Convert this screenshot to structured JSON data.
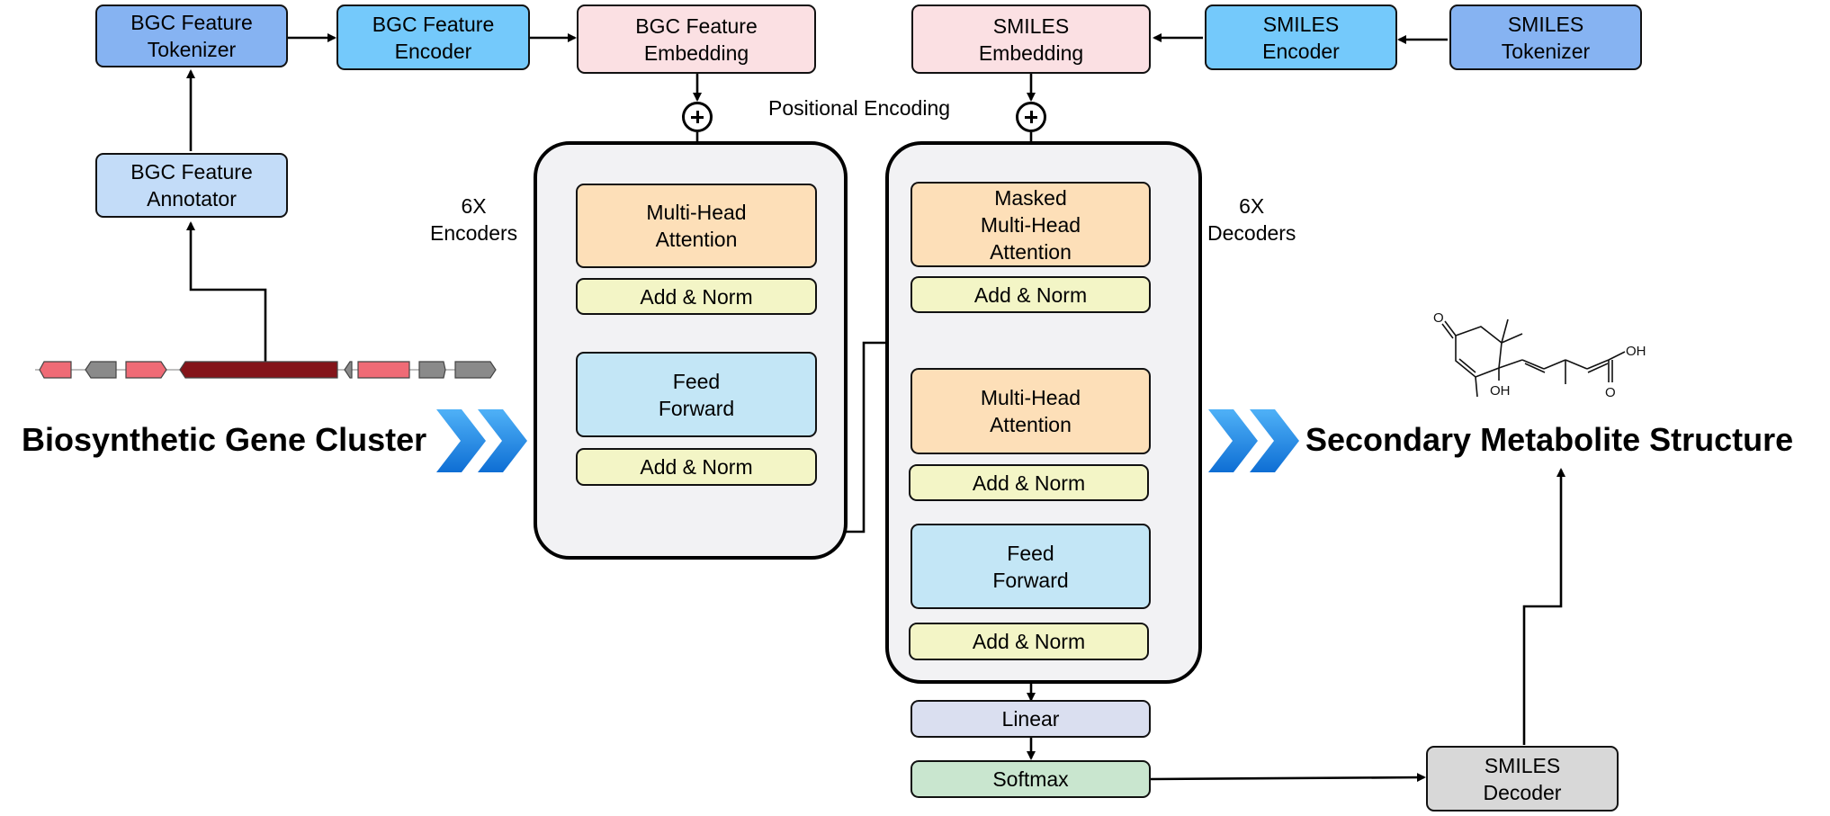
{
  "boxes": {
    "bgc_tokenizer": "BGC Feature\nTokenizer",
    "bgc_encoder": "BGC Feature\nEncoder",
    "bgc_embedding": "BGC Feature\nEmbedding",
    "bgc_annotator": "BGC Feature\nAnnotator",
    "smiles_embedding": "SMILES\nEmbedding",
    "smiles_encoder": "SMILES\nEncoder",
    "smiles_tokenizer": "SMILES\nTokenizer",
    "enc_attention": "Multi-Head\nAttention",
    "enc_norm1": "Add & Norm",
    "enc_feedforward": "Feed\nForward",
    "enc_norm2": "Add & Norm",
    "dec_masked_attention": "Masked\nMulti-Head\nAttention",
    "dec_norm1": "Add & Norm",
    "dec_attention": "Multi-Head\nAttention",
    "dec_norm2": "Add & Norm",
    "dec_feedforward": "Feed\nForward",
    "dec_norm3": "Add & Norm",
    "linear": "Linear",
    "softmax": "Softmax",
    "smiles_decoder": "SMILES\nDecoder"
  },
  "labels": {
    "positional_encoding": "Positional Encoding",
    "encoders_count": "6X\nEncoders",
    "decoders_count": "6X\nDecoders",
    "input_title": "Biosynthetic Gene Cluster",
    "output_title": "Secondary Metabolite Structure"
  },
  "molecule": {
    "atom_o_ketone": "O",
    "atom_oh_ring": "OH",
    "atom_oh_acid": "OH",
    "atom_o_acid": "O"
  },
  "colors": {
    "tokenizer": "#86b3f2",
    "encoder": "#74c9fb",
    "embedding": "#fbe0e3",
    "attention": "#fddfb8",
    "add_norm": "#f3f5c6",
    "feed_forward": "#c3e6f6",
    "annotator": "#c3dcf8",
    "linear": "#dadff0",
    "softmax": "#c9e6cf",
    "decoder": "#d8d8d8",
    "container": "#f2f2f4",
    "gene_pink": "#ef6b76",
    "gene_gray": "#8a8a8a",
    "gene_core": "#84141a",
    "chevron": "#1a86e8"
  },
  "icons": {
    "gene_cluster": "gene-arrow-track-icon",
    "flow_arrow": "double-chevron-arrow-icon",
    "add": "circle-plus-icon"
  }
}
